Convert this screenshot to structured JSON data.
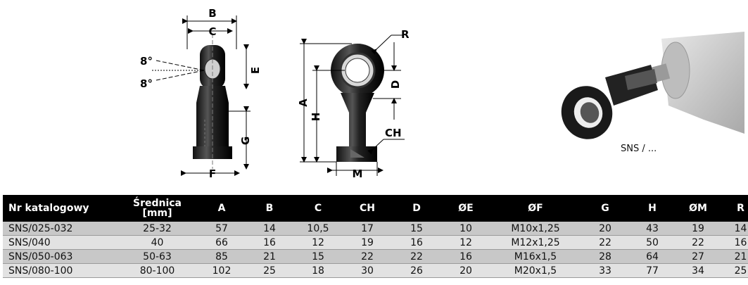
{
  "drawing": {
    "side_labels": {
      "b": "B",
      "c": "C",
      "e": "E",
      "g": "G",
      "f": "F",
      "angle_top": "8°",
      "angle_bottom": "8°"
    },
    "front_labels": {
      "r": "R",
      "a": "A",
      "h": "H",
      "d": "D",
      "ch": "CH",
      "m": "M"
    },
    "photo_caption": "SNS / ..."
  },
  "table": {
    "headers": [
      "Nr katalogowy",
      "Średnica",
      "[mm]",
      "A",
      "B",
      "C",
      "CH",
      "D",
      "ØE",
      "ØF",
      "G",
      "H",
      "ØM",
      "R"
    ],
    "rows": [
      [
        "SNS/025-032",
        "25-32",
        "57",
        "14",
        "10,5",
        "17",
        "15",
        "10",
        "M10x1,25",
        "20",
        "43",
        "19",
        "14"
      ],
      [
        "SNS/040",
        "40",
        "66",
        "16",
        "12",
        "19",
        "16",
        "12",
        "M12x1,25",
        "22",
        "50",
        "22",
        "16"
      ],
      [
        "SNS/050-063",
        "50-63",
        "85",
        "21",
        "15",
        "22",
        "22",
        "16",
        "M16x1,5",
        "28",
        "64",
        "27",
        "21"
      ],
      [
        "SNS/080-100",
        "80-100",
        "102",
        "25",
        "18",
        "30",
        "26",
        "20",
        "M20x1,5",
        "33",
        "77",
        "34",
        "25"
      ]
    ]
  }
}
